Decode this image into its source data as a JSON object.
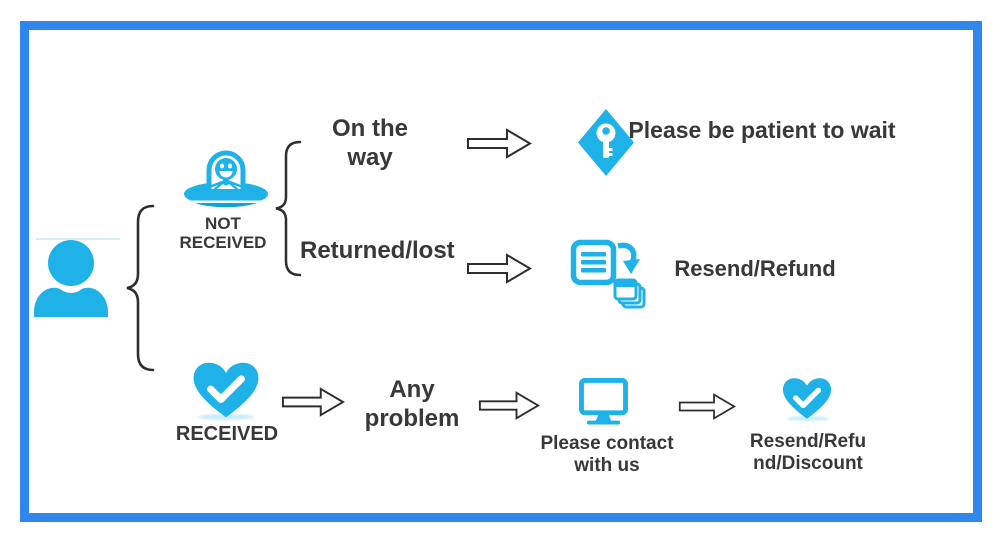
{
  "colors": {
    "accent": "#1eb2e9",
    "frame_border": "#2f87ee",
    "text": "#383838",
    "arrow_outline": "#2e2e2e"
  },
  "customer": {
    "icon": "customer-person-icon"
  },
  "not_received": {
    "icon": "alien-ufo-icon",
    "label": "NOT RECEIVED",
    "cases": [
      {
        "condition": "On the way",
        "outcome": "Please be patient to wait",
        "outcome_icon": "key-diamond-icon"
      },
      {
        "condition": "Returned/lost",
        "outcome": "Resend/Refund",
        "outcome_icon": "resend-documents-icon"
      }
    ]
  },
  "received": {
    "icon": "heart-check-icon",
    "label": "RECEIVED",
    "problem_label": "Any problem",
    "contact": {
      "icon": "monitor-icon",
      "label": "Please contact with us"
    },
    "outcome": {
      "icon": "heart-check-icon",
      "label_line1": "Resend/Refu",
      "label_line2": "nd/Discount"
    }
  }
}
